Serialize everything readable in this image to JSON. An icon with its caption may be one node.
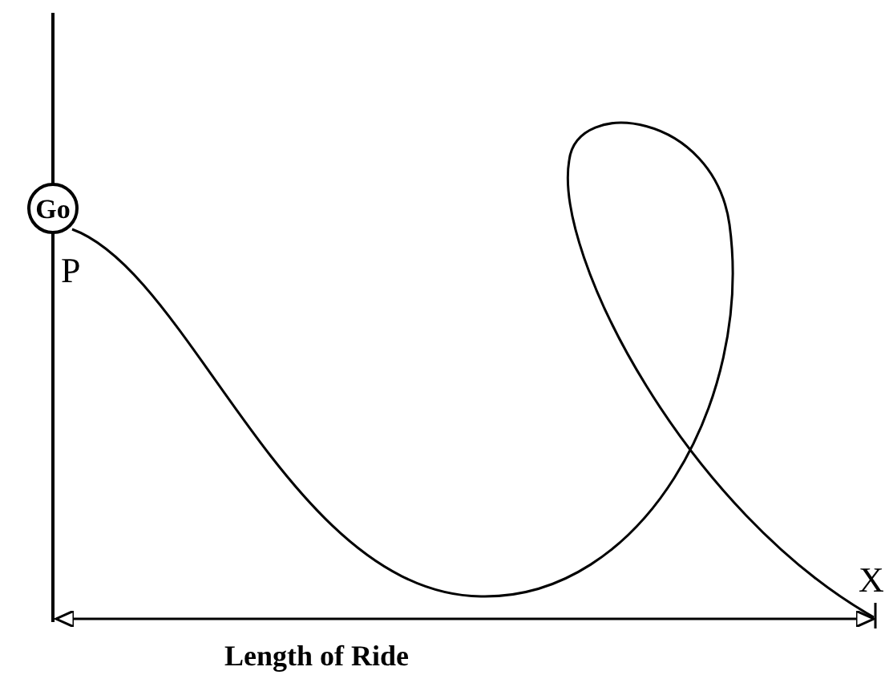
{
  "diagram": {
    "nodes": [
      {
        "text": [
          "Go"
        ]
      },
      {
        "text": [
          "X"
        ]
      }
    ],
    "edges": [
      {
        "from": 0,
        "to": 1,
        "arrow": "none"
      }
    ],
    "labels": [
      "P",
      "Length of Ride"
    ]
  }
}
